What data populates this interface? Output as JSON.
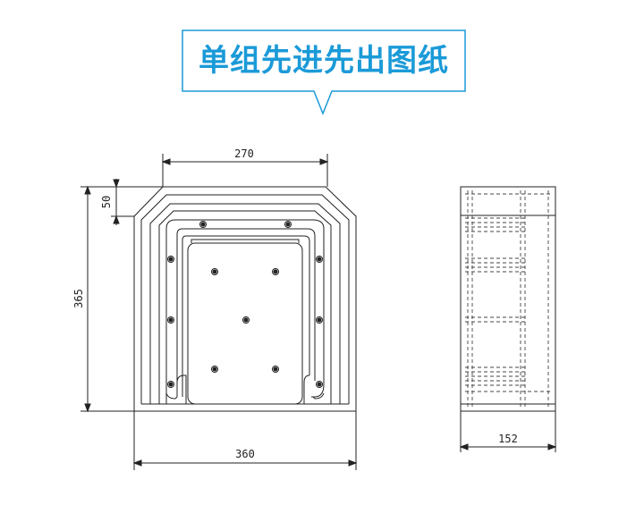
{
  "callout": {
    "title": "单组先进先出图纸",
    "border_color": "#1b9ad8"
  },
  "front_view": {
    "dim_top": "270",
    "dim_bottom": "360",
    "dim_height": "365",
    "dim_notch": "50"
  },
  "side_view": {
    "dim_width": "152"
  },
  "colors": {
    "line": "#222222",
    "hidden_line": "#555555"
  }
}
